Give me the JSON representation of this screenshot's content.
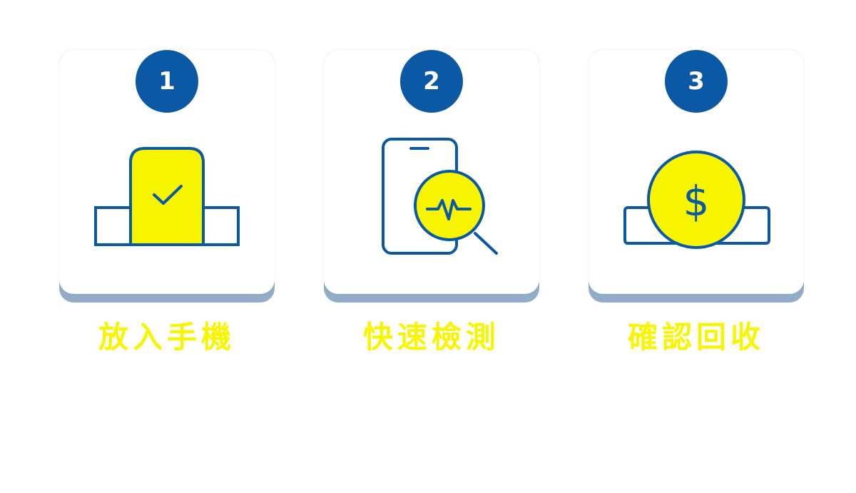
{
  "colors": {
    "primary_blue": "#0b58a4",
    "accent_yellow": "#f7f500",
    "card_shadow": "#92adc8",
    "background": "#ffffff"
  },
  "steps": [
    {
      "number": "1",
      "label": "放入手機",
      "icon": "phone-slot-check-icon"
    },
    {
      "number": "2",
      "label": "快速檢測",
      "icon": "phone-magnifier-pulse-icon"
    },
    {
      "number": "3",
      "label": "確認回收",
      "icon": "coin-slot-dollar-icon"
    }
  ]
}
